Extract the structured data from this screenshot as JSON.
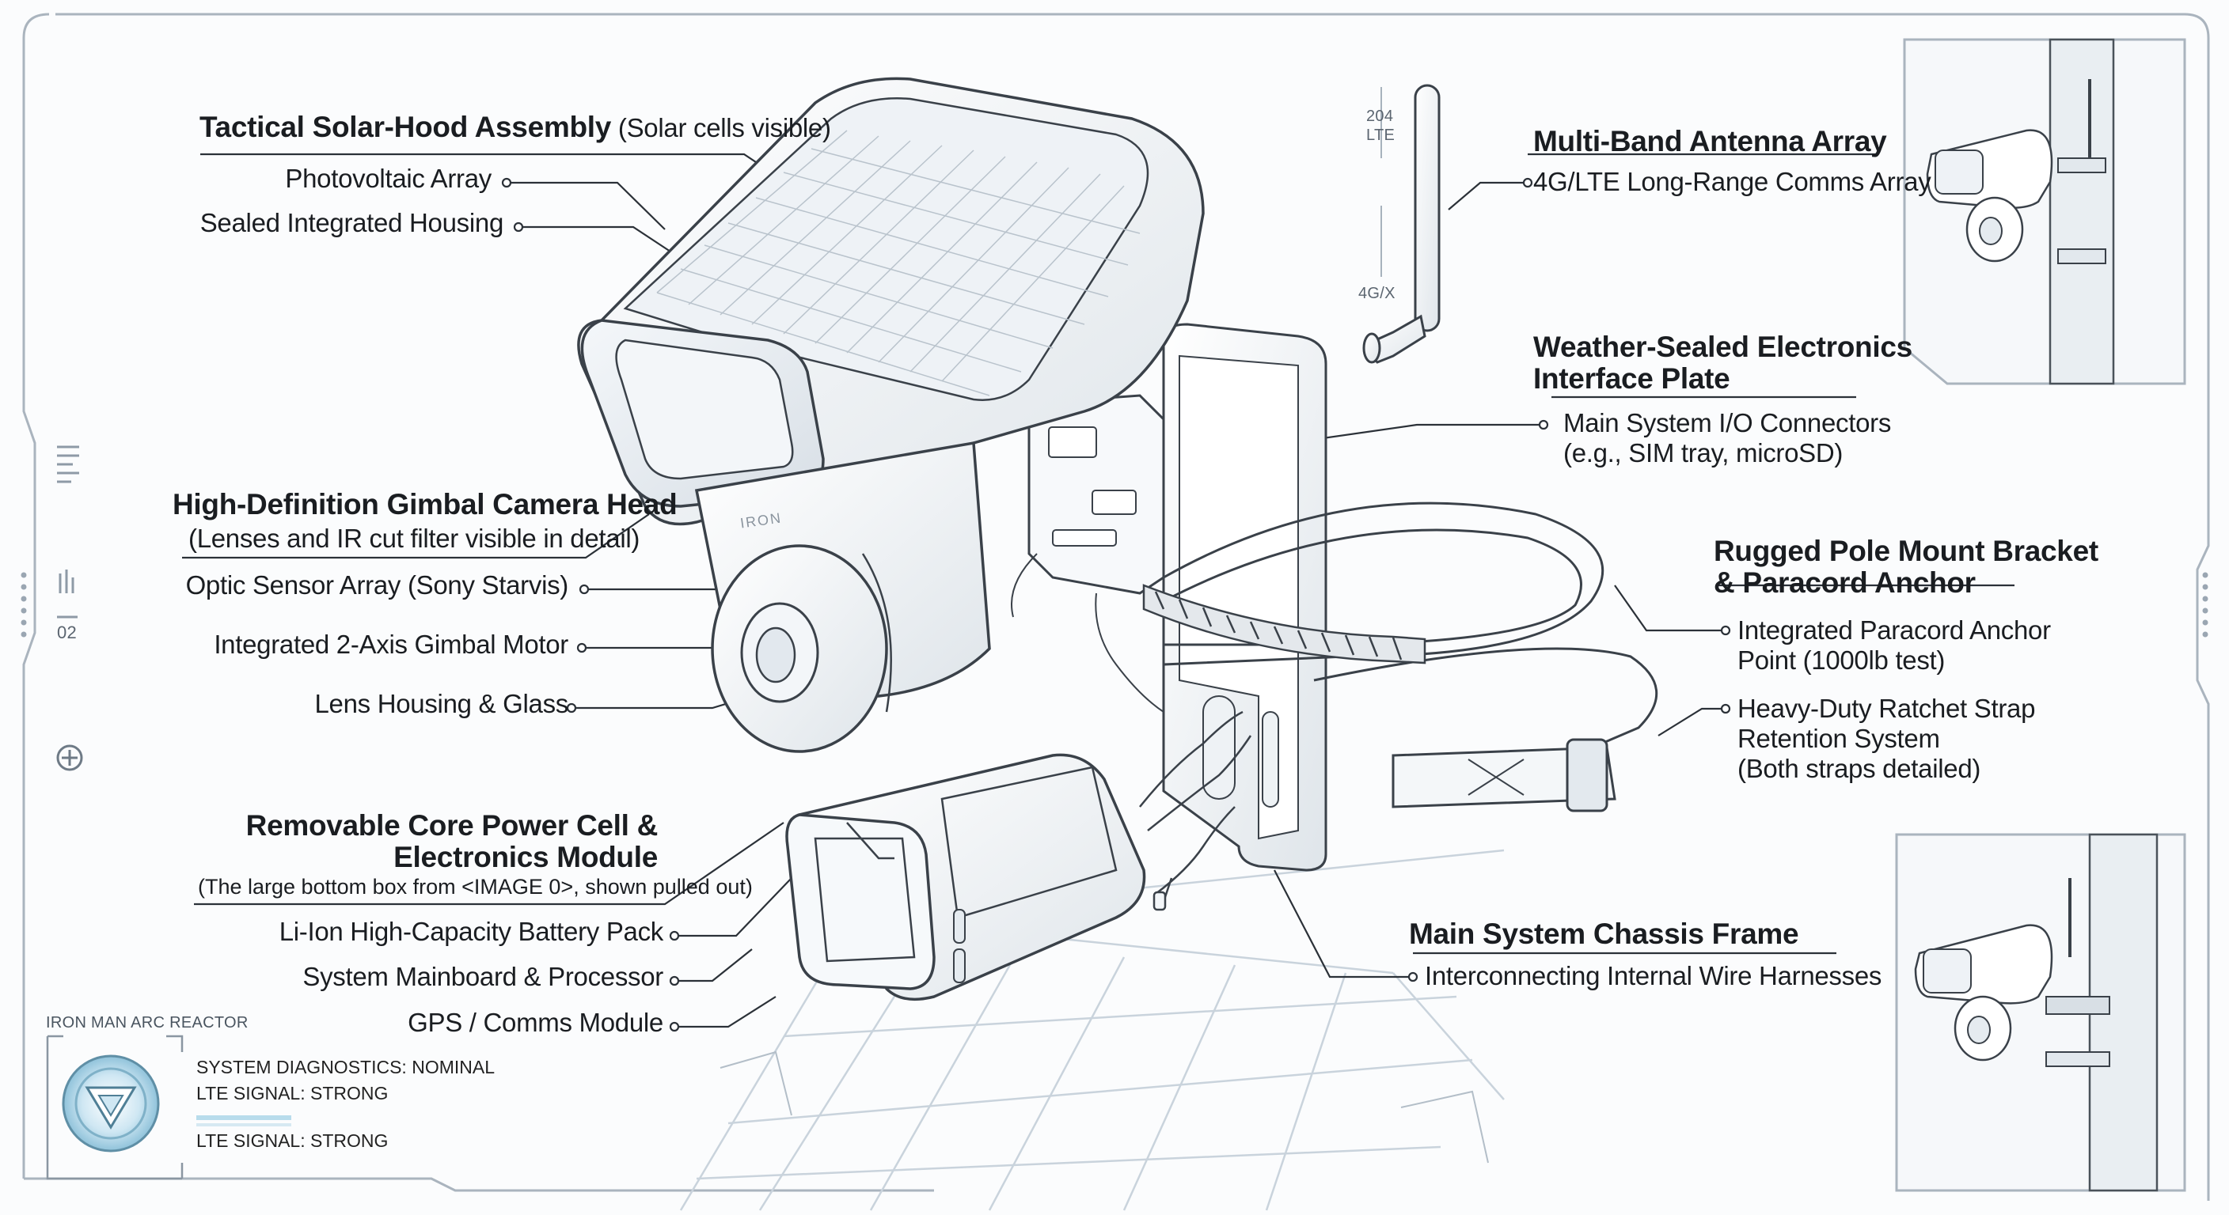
{
  "title_left": {
    "main": "Tactical Solar-Hood Assembly",
    "note": "(Solar cells visible)",
    "items": [
      "Photovoltaic Array",
      "Sealed Integrated Housing"
    ]
  },
  "gimbal": {
    "main": "High-Definition Gimbal Camera Head",
    "note": "(Lenses and IR cut filter visible in detail)",
    "items": [
      "Optic Sensor Array (Sony Starvis)",
      "Integrated 2-Axis Gimbal Motor",
      "Lens Housing & Glass"
    ]
  },
  "power": {
    "main_line1": "Removable Core Power Cell &",
    "main_line2": "Electronics Module",
    "note": "(The large bottom box from <IMAGE 0>, shown pulled out)",
    "items": [
      "Li-Ion High-Capacity Battery Pack",
      "System Mainboard & Processor",
      "GPS / Comms Module"
    ]
  },
  "antenna": {
    "main": "Multi-Band Antenna Array",
    "item": "4G/LTE Long-Range Comms Array",
    "tiny_top": "204",
    "tiny_mid": "LTE",
    "tiny_bottom": "4G/X"
  },
  "interface": {
    "main_line1": "Weather-Sealed Electronics",
    "main_line2": "Interface Plate",
    "item_line1": "Main System I/O Connectors",
    "item_line2": "(e.g., SIM tray, microSD)"
  },
  "mount": {
    "main_line1": "Rugged Pole Mount Bracket",
    "main_line2": "& Paracord Anchor",
    "item1_line1": "Integrated Paracord Anchor",
    "item1_line2": "Point (1000lb test)",
    "item2_line1": "Heavy-Duty Ratchet Strap",
    "item2_line2": "Retention System",
    "item2_line3": "(Both straps detailed)"
  },
  "chassis": {
    "main": "Main System Chassis Frame",
    "item": "Interconnecting Internal Wire Harnesses"
  },
  "diagnostics": {
    "header": "IRON MAN ARC REACTOR",
    "line1": "SYSTEM DIAGNOSTICS: NOMINAL",
    "line2": "LTE SIGNAL: STRONG",
    "line3": "LTE SIGNAL: STRONG"
  },
  "side_gauge": {
    "code": "02"
  },
  "housing_stamp": "IRON",
  "colors": {
    "ink": "#1a1d21",
    "line": "#2b3138",
    "frame": "#aab4be",
    "accent_blue": "#9ec9de",
    "grid": "#c9d3dc"
  }
}
